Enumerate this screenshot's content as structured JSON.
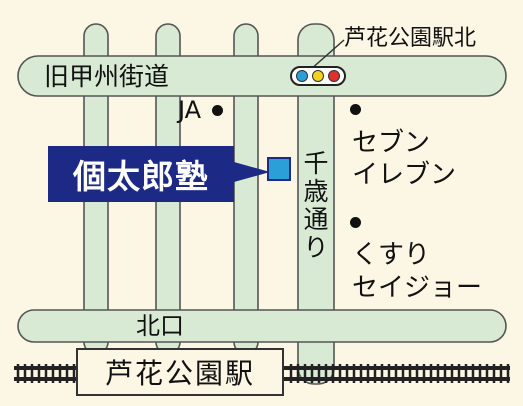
{
  "roads": {
    "old_koshu_kaido": "旧甲州街道",
    "chitose_dori": [
      "千",
      "歳",
      "通",
      "り"
    ]
  },
  "landmarks": {
    "ja": "JA",
    "seven_eleven": [
      "セブン",
      "イレブン"
    ],
    "kusuri_seijo": [
      "くすり",
      "セイジョー"
    ],
    "school": "個太郎塾",
    "north_exit": "北口",
    "station_north": "芦花公園駅北"
  },
  "station": {
    "name": "芦花公園駅"
  },
  "colors": {
    "road": "#d8ead4",
    "road_outline": "#555555",
    "background": "#fcf6e4",
    "school_label": "#1c2a86",
    "school_marker": "#2a9fd8",
    "signal_lamps": [
      "#2a9fd8",
      "#f2d21a",
      "#e0302a"
    ]
  },
  "icons": {
    "signal": "traffic-signal-icon",
    "school": "school-location-icon",
    "railway": "railway-track-icon"
  }
}
